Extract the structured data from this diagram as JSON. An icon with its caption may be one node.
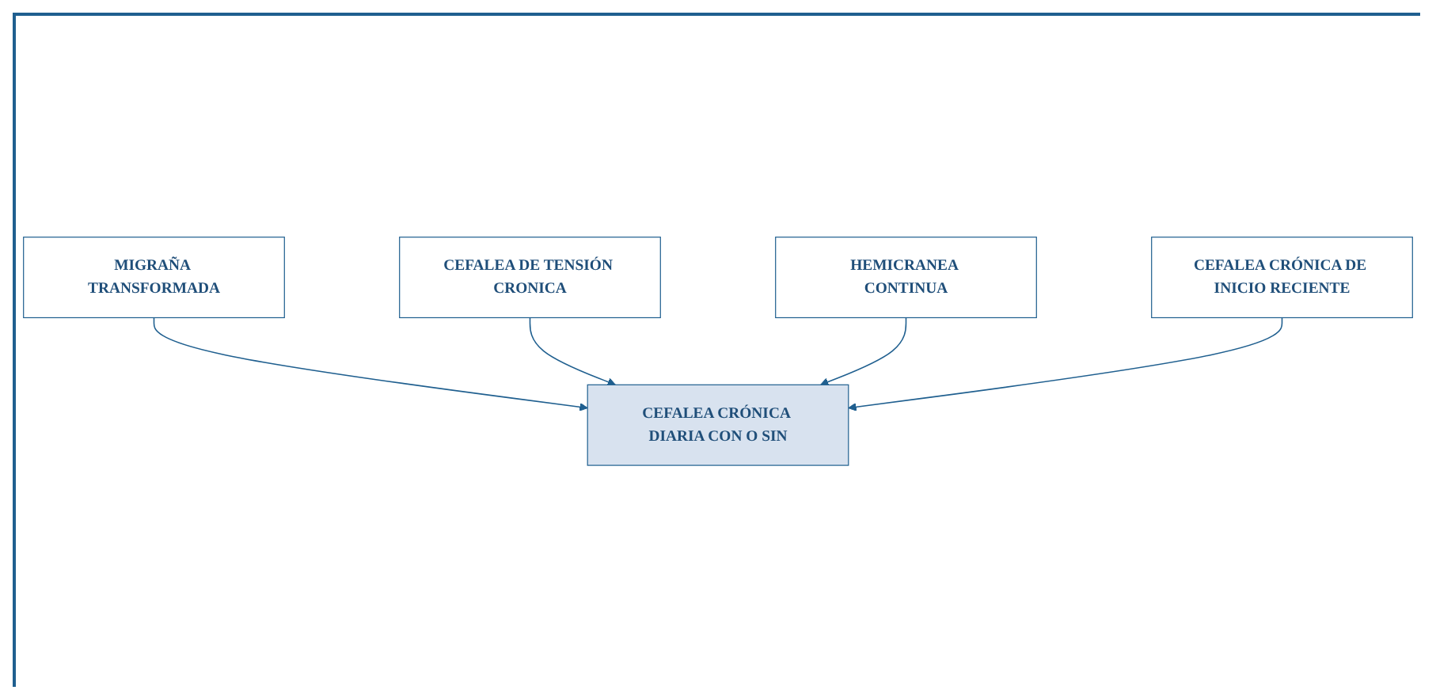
{
  "diagram": {
    "nodes": [
      {
        "text": [
          "MIGRAÑA TRANSFORMADA"
        ]
      },
      {
        "text": [
          "CEFALEA DE TENSIÓN CRONICA"
        ]
      },
      {
        "text": [
          "CEFALEA CRÓNICA DIARIA CON O SIN"
        ]
      },
      {
        "text": [
          "HEMICRANEA CONTINUA"
        ]
      },
      {
        "text": [
          "CEFALEA CRÓNICA DE INICIO RECIENTE"
        ]
      }
    ],
    "edges": [
      {
        "from": 0,
        "to": 2,
        "arrow": "to"
      },
      {
        "from": 1,
        "to": 2,
        "arrow": "to"
      },
      {
        "from": 3,
        "to": 2,
        "arrow": "to"
      },
      {
        "from": 4,
        "to": 2,
        "arrow": "to"
      }
    ]
  }
}
